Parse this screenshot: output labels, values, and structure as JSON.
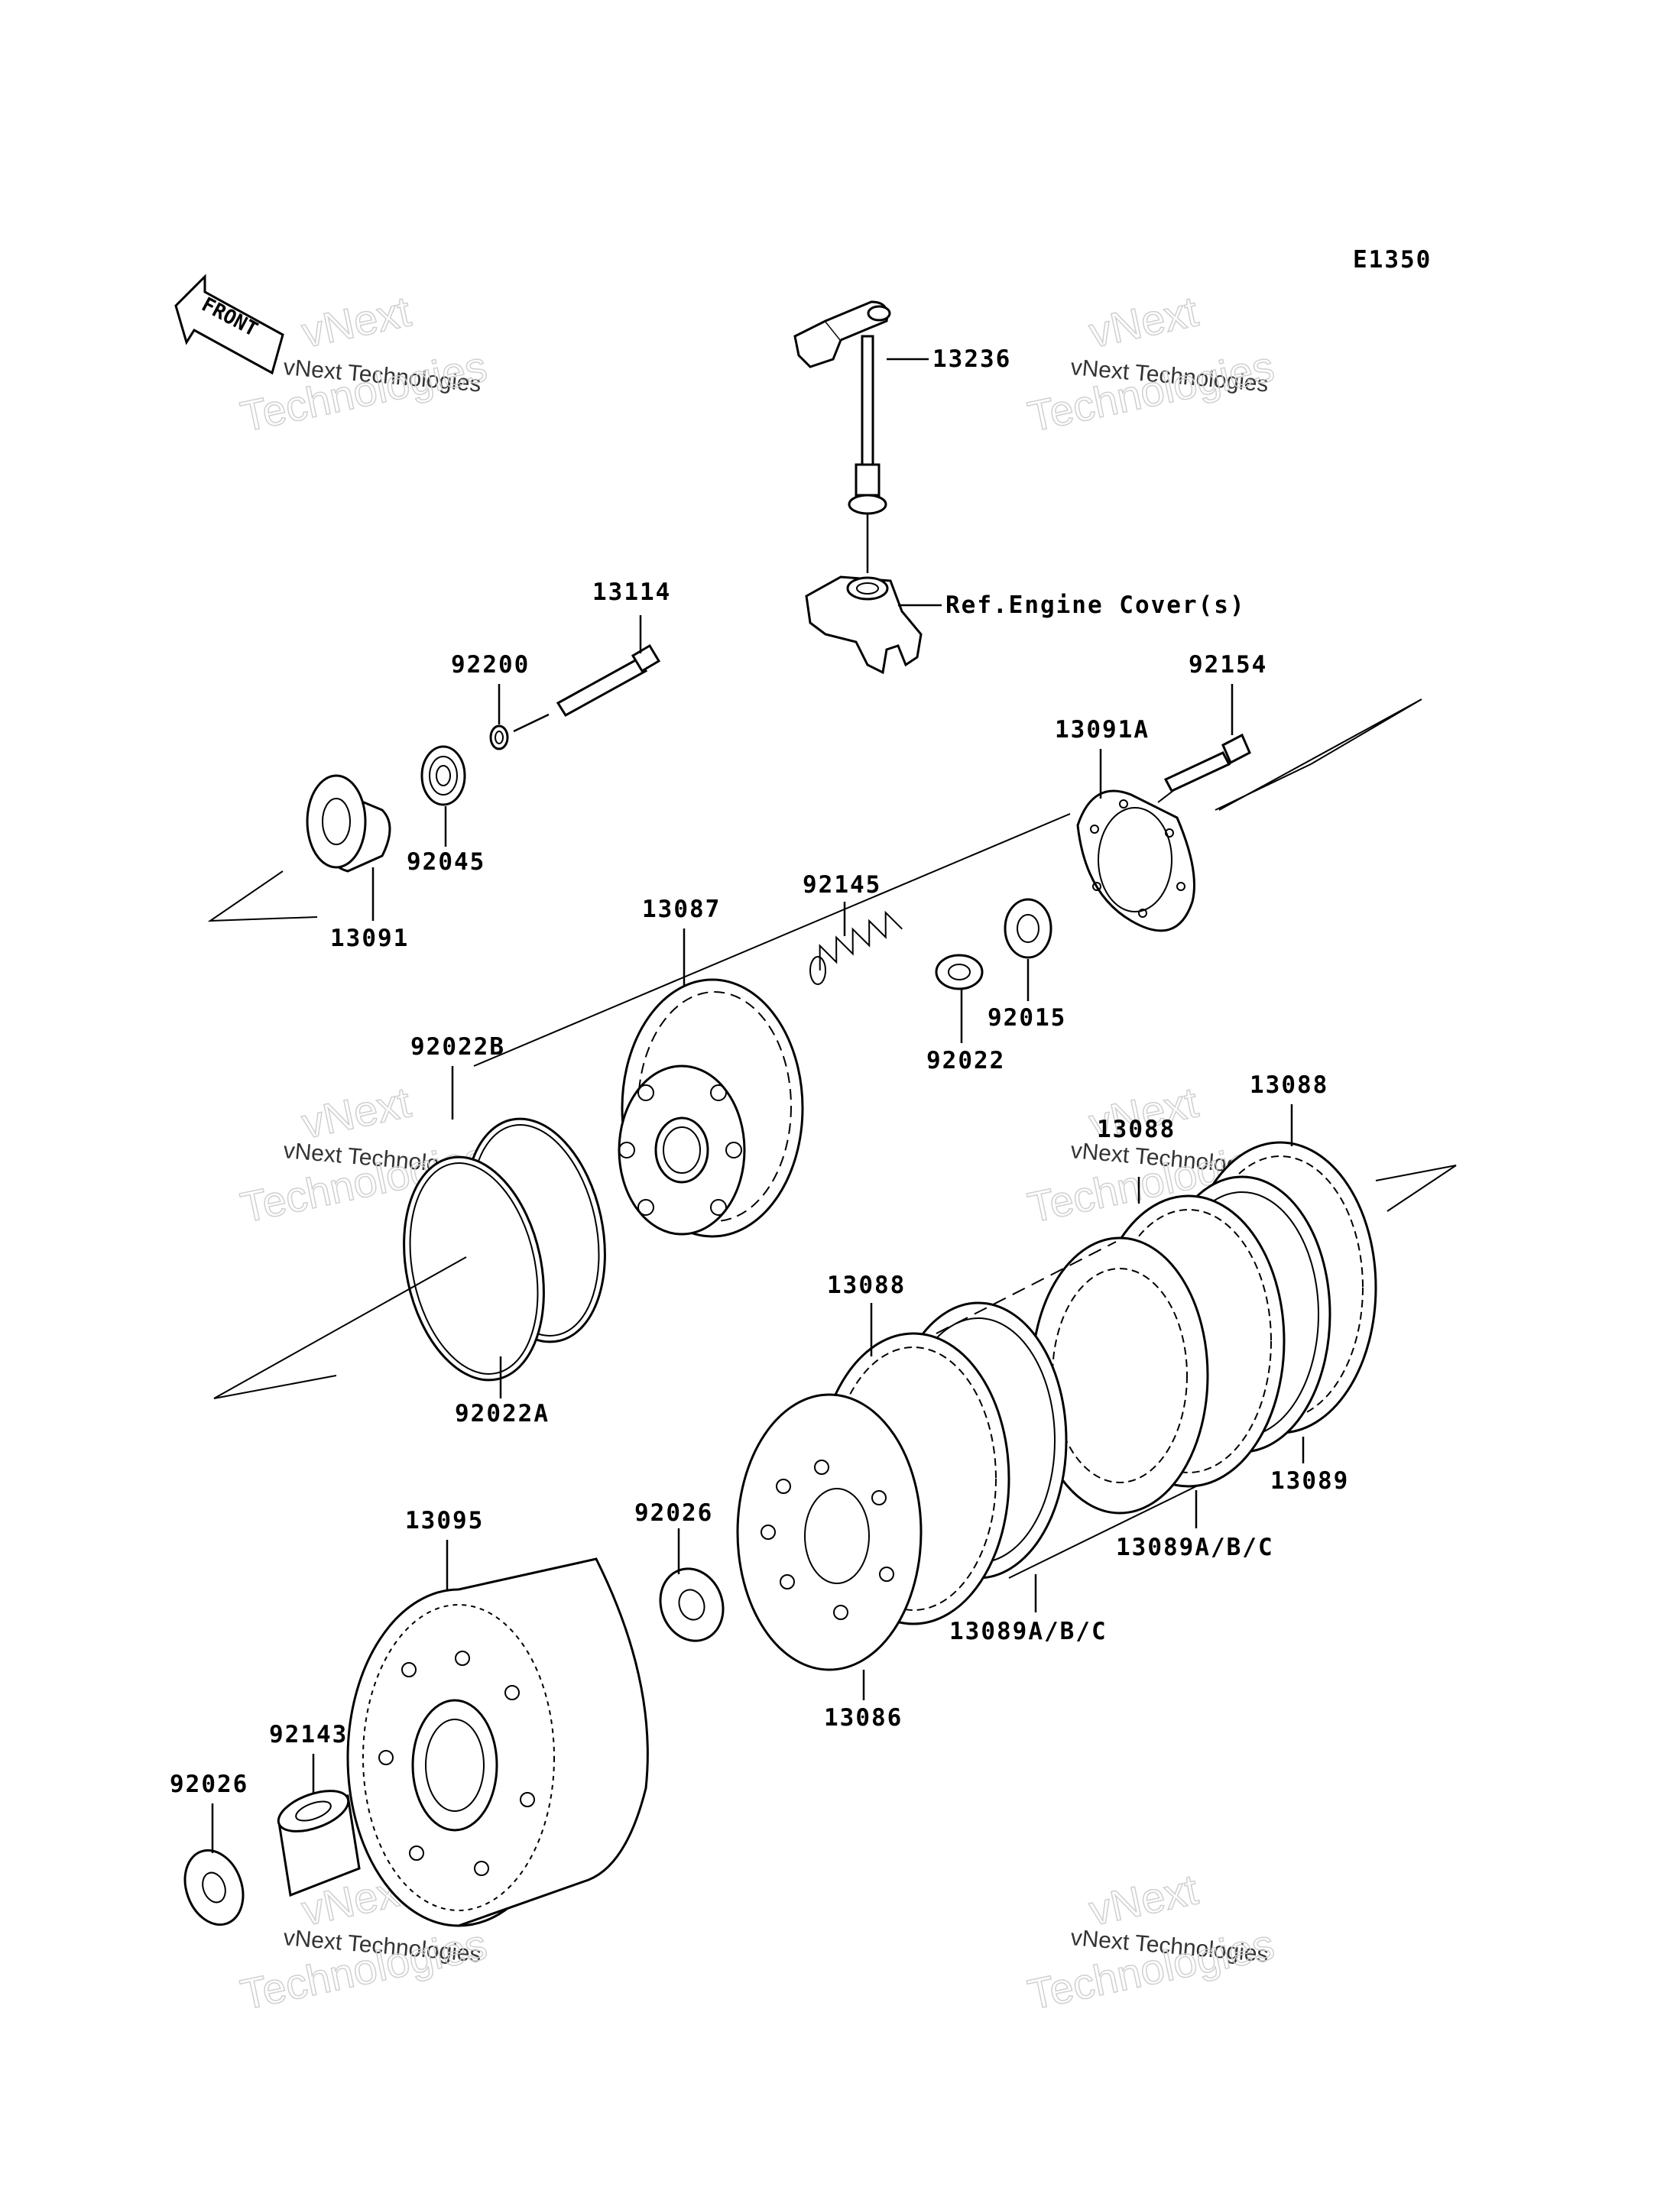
{
  "diagram_code": "E1350",
  "front_label": "FRONT",
  "reference_note": "Ref.Engine Cover(s)",
  "watermark": {
    "line1": "vNext Technologies",
    "line2": "vNext",
    "line3": "Technologies"
  },
  "callouts": {
    "p13236": "13236",
    "p13114": "13114",
    "p92200": "92200",
    "p92154": "92154",
    "p13091A": "13091A",
    "p92045": "92045",
    "p13091": "13091",
    "p92145": "92145",
    "p13087": "13087",
    "p92015": "92015",
    "p92022": "92022",
    "p92022B": "92022B",
    "p13088_top": "13088",
    "p13088_mid": "13088",
    "p13088_left": "13088",
    "p92022A": "92022A",
    "p13089": "13089",
    "p13089ABC_right": "13089A/B/C",
    "p13089ABC_left": "13089A/B/C",
    "p92026_mid": "92026",
    "p13095": "13095",
    "p13086": "13086",
    "p92143": "92143",
    "p92026_left": "92026"
  }
}
